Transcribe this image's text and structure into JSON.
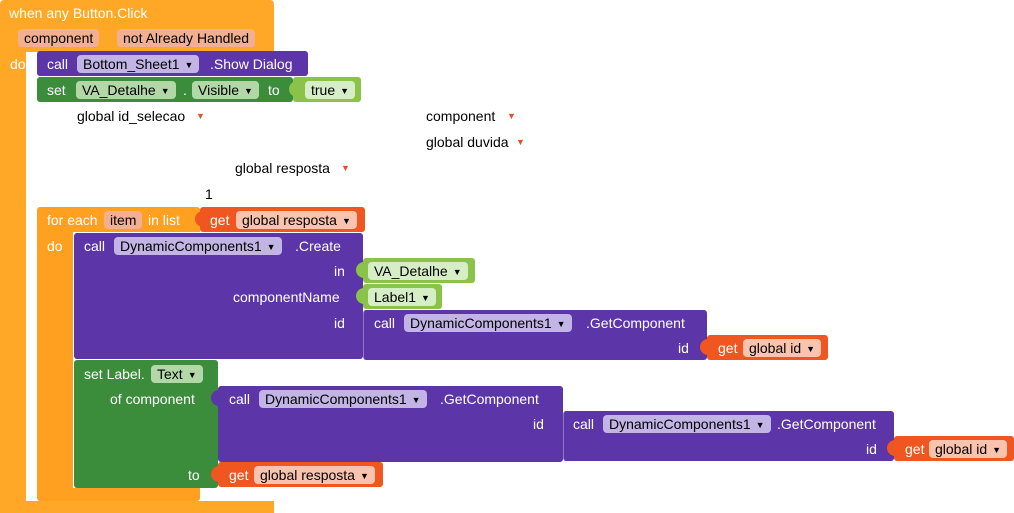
{
  "event": {
    "title": "when any Button.Click",
    "param_component": "component",
    "param_not_handled": "not Already Handled",
    "do_label": "do"
  },
  "show_dialog": {
    "call": "call",
    "component": "Bottom_Sheet1",
    "method": ".Show Dialog"
  },
  "set_visible": {
    "set": "set",
    "component": "VA_Detalhe",
    "dot": ".",
    "property": "Visible",
    "to": "to",
    "value": "true"
  },
  "loose_labels": {
    "id_selecao": "global id_selecao",
    "component": "component",
    "duvida": "global duvida",
    "resposta": "global resposta",
    "number_one": "1"
  },
  "for_each": {
    "label": "for each",
    "var": "item",
    "in_list": "in list",
    "do_label": "do",
    "get": "get",
    "list_var": "global resposta"
  },
  "create": {
    "call": "call",
    "component": "DynamicComponents1",
    "method": ".Create",
    "in_label": "in",
    "in_value": "VA_Detalhe",
    "name_label": "componentName",
    "name_value": "Label1",
    "id_label": "id",
    "inner_call": "call",
    "inner_component": "DynamicComponents1",
    "inner_method": ".GetComponent",
    "inner_id_label": "id",
    "inner_get": "get",
    "inner_id_var": "global id"
  },
  "set_label": {
    "set": "set Label.",
    "property": "Text",
    "of_component": "of component",
    "call": "call",
    "component": "DynamicComponents1",
    "method": ".GetComponent",
    "id_label": "id",
    "call2": "call",
    "component2": "DynamicComponents1",
    "method2": ".GetComponent",
    "id2_label": "id",
    "get": "get",
    "id_var": "global id",
    "to_label": "to",
    "to_get": "get",
    "to_var": "global resposta"
  },
  "colors": {
    "event": "#ffa726",
    "event_param": "#f2b090",
    "purple": "#5c35a8",
    "purple_field": "#c3b4e6",
    "green": "#3b8c3b",
    "green_field": "#b2d8a8",
    "lightgreen": "#8bc34a",
    "lightgreen_field": "#d6eec5",
    "orange": "#f0561f",
    "orange_field": "#f9c3ad",
    "loop": "#ffa020",
    "loop_field": "#f4ae92"
  }
}
